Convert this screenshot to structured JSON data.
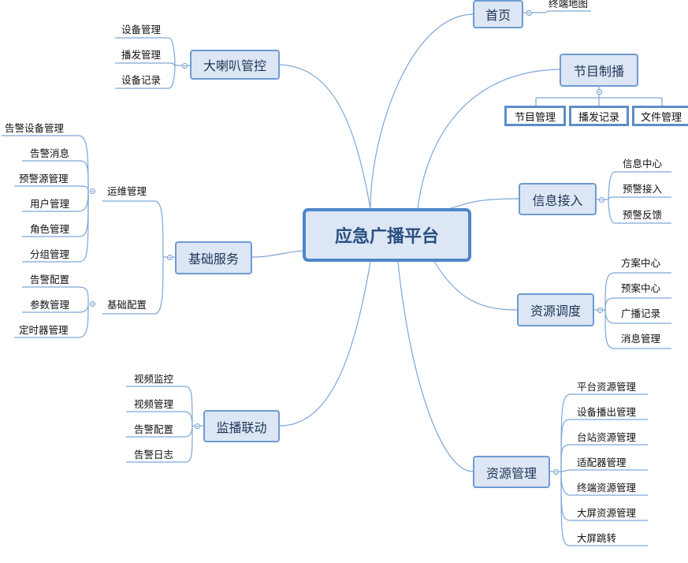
{
  "root": "应急广播平台",
  "home": {
    "label": "首页",
    "children": [
      "终端地图"
    ]
  },
  "speaker": {
    "label": "大喇叭管控",
    "children": [
      "设备管理",
      "播发管理",
      "设备记录"
    ]
  },
  "program": {
    "label": "节目制播",
    "children": [
      "节目管理",
      "播发记录",
      "文件管理"
    ]
  },
  "info": {
    "label": "信息接入",
    "children": [
      "信息中心",
      "预警接入",
      "预警反馈"
    ]
  },
  "basic": {
    "label": "基础服务",
    "ops": {
      "label": "运维管理",
      "children": [
        "告警设备管理",
        "告警消息",
        "预警源管理",
        "用户管理",
        "角色管理",
        "分组管理"
      ]
    },
    "config": {
      "label": "基础配置",
      "children": [
        "告警配置",
        "参数管理",
        "定时器管理"
      ]
    }
  },
  "dispatch": {
    "label": "资源调度",
    "children": [
      "方案中心",
      "预案中心",
      "广播记录",
      "消息管理"
    ]
  },
  "monitor": {
    "label": "监播联动",
    "children": [
      "视频监控",
      "视频管理",
      "告警配置",
      "告警日志"
    ]
  },
  "resource": {
    "label": "资源管理",
    "children": [
      "平台资源管理",
      "设备播出管理",
      "台站资源管理",
      "适配器管理",
      "终端资源管理",
      "大屏资源管理",
      "大屏跳转"
    ]
  },
  "colors": {
    "node_fill": "#dce6f4",
    "node_border": "#6e9bd1",
    "root_border": "#4f86c9",
    "link": "#7ea6d6"
  }
}
